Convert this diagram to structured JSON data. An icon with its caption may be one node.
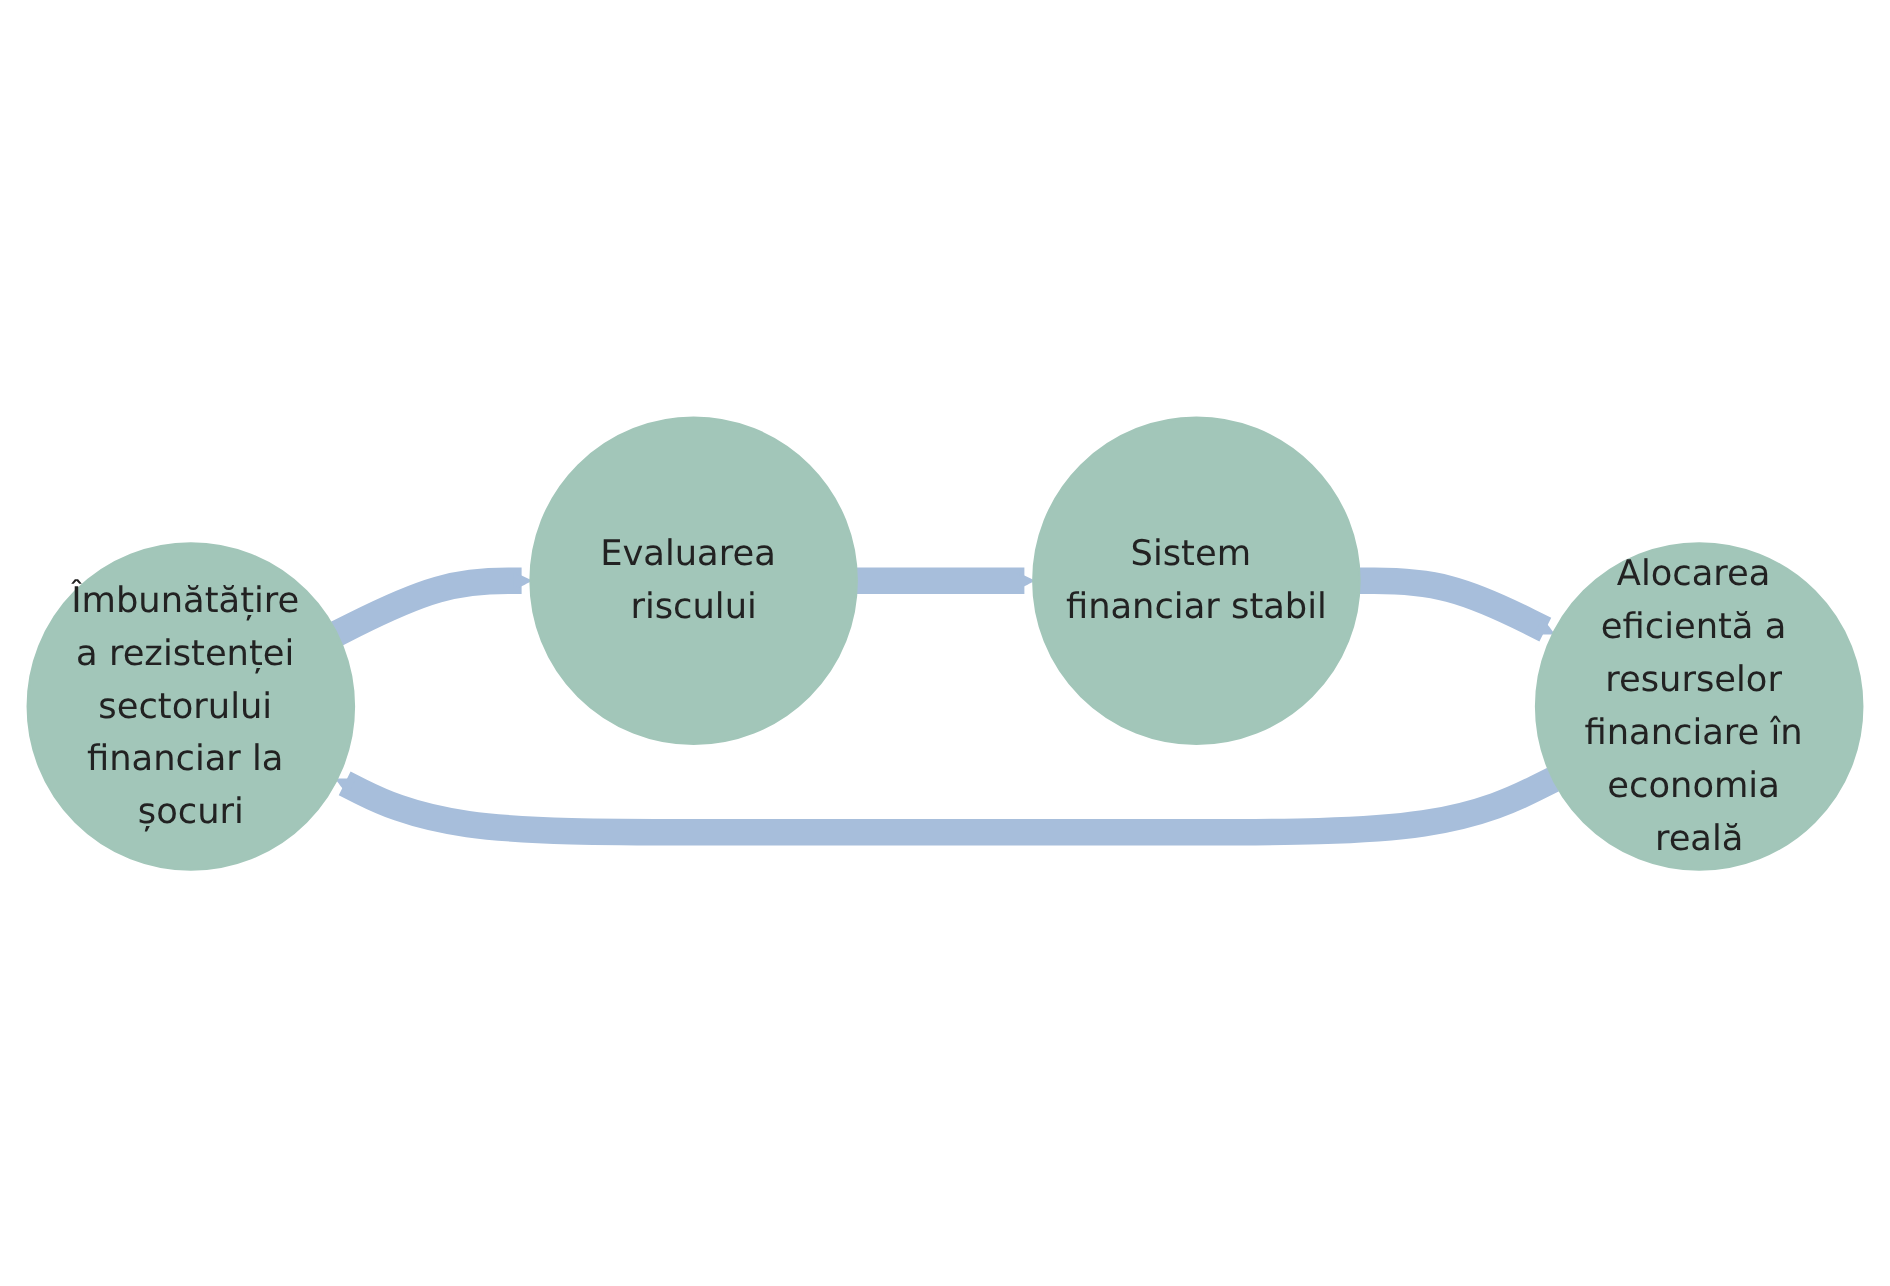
{
  "diagram": {
    "nodes": [
      {
        "text": [
          "Îmbunătățire a rezistenței sectorului financiar la șocuri"
        ]
      },
      {
        "text": [
          "Evaluarea riscului"
        ]
      },
      {
        "text": [
          "Sistem financiar stabil"
        ]
      },
      {
        "text": [
          "Alocarea eficientă a resurselor financiare în economia reală"
        ]
      }
    ],
    "edges": [
      {
        "from": 0,
        "to": 1,
        "arrow": "to"
      },
      {
        "from": 1,
        "to": 2,
        "arrow": "to"
      },
      {
        "from": 2,
        "to": 3,
        "arrow": "to"
      },
      {
        "from": 3,
        "to": 0,
        "arrow": "to"
      }
    ]
  }
}
